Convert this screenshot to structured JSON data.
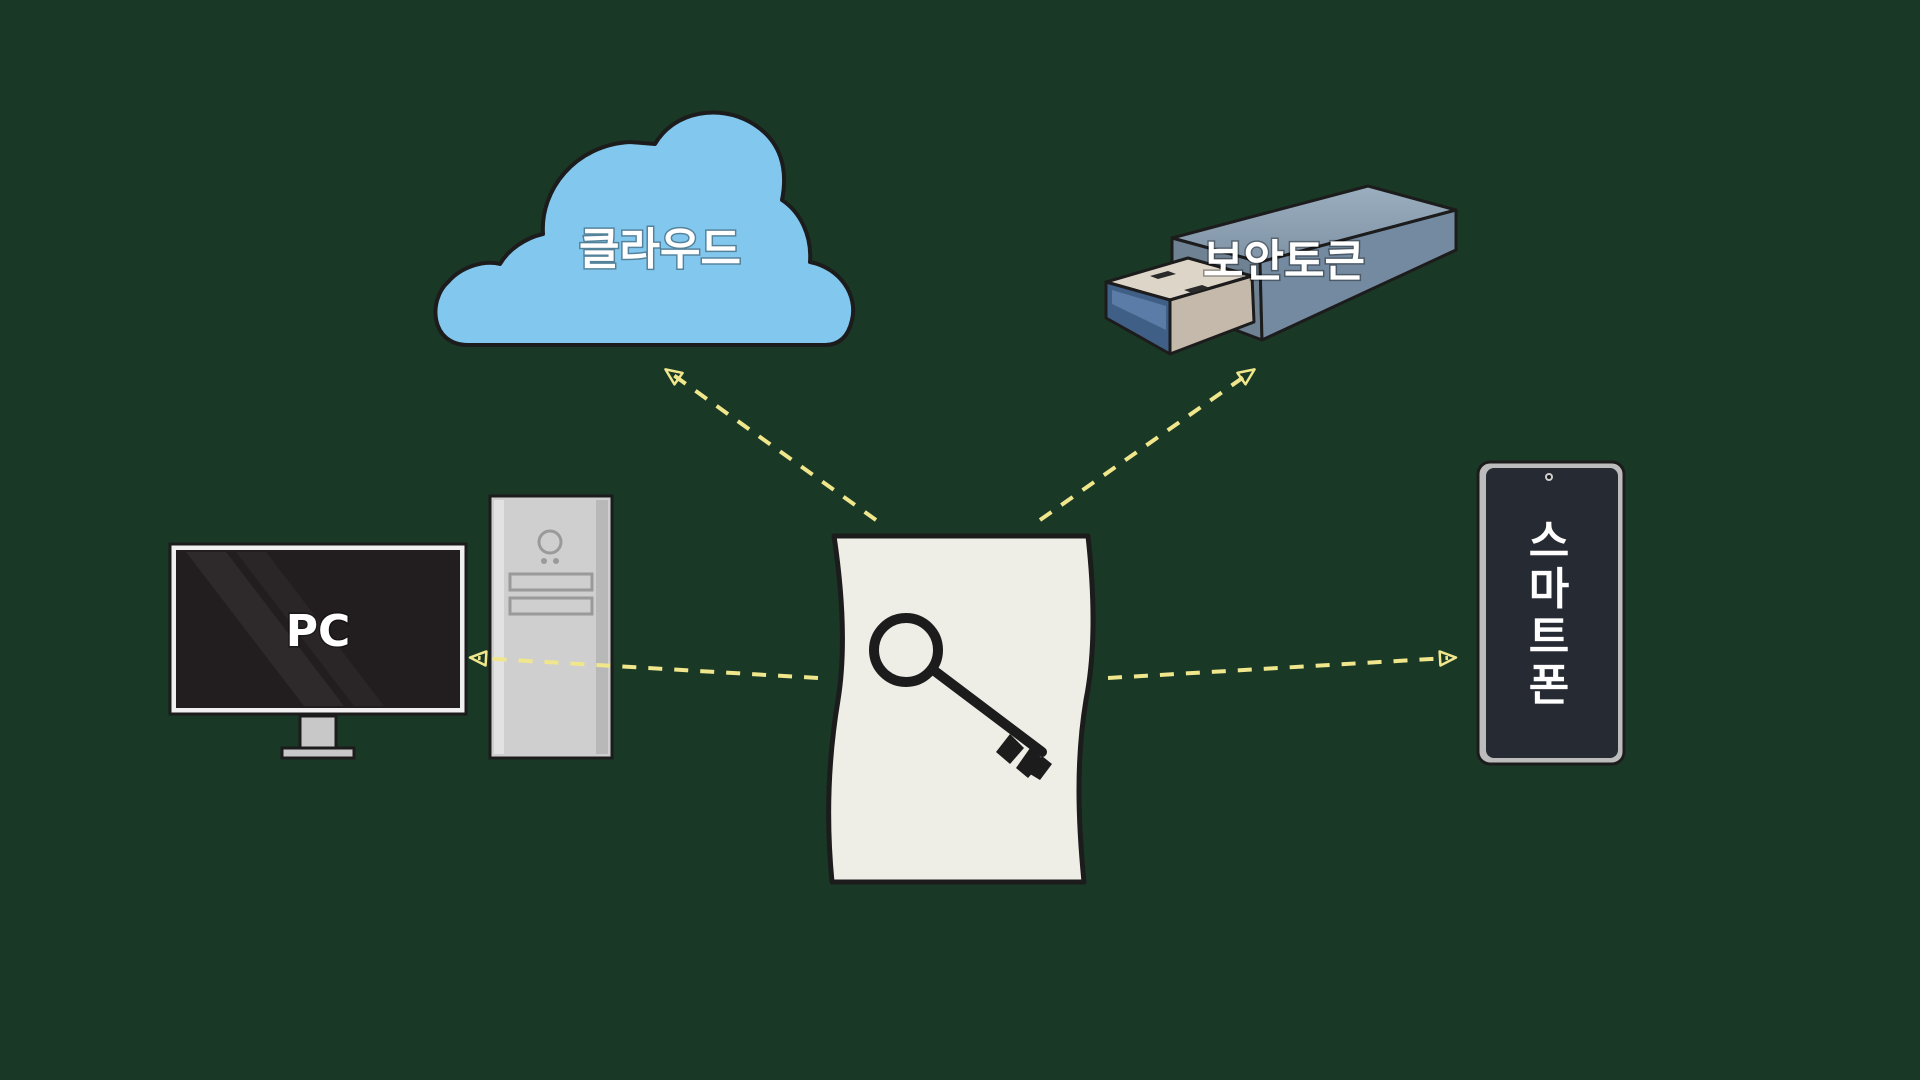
{
  "diagram": {
    "background_color": "#1a3826",
    "arrow_color": "#f0e68c",
    "center": {
      "name": "key-document",
      "icon": "key-icon"
    },
    "nodes": {
      "cloud": {
        "label": "클라우드",
        "icon": "cloud-icon",
        "color": "#82c8ee"
      },
      "security_token": {
        "label": "보안토큰",
        "icon": "usb-drive-icon",
        "color": "#8498aa"
      },
      "pc": {
        "label": "PC",
        "icon": "desktop-computer-icon"
      },
      "smartphone": {
        "label_chars": [
          "스",
          "마",
          "트",
          "폰"
        ],
        "icon": "smartphone-icon"
      }
    },
    "arrows": [
      {
        "from": "key-document",
        "to": "cloud"
      },
      {
        "from": "key-document",
        "to": "security_token"
      },
      {
        "from": "key-document",
        "to": "pc"
      },
      {
        "from": "key-document",
        "to": "smartphone"
      }
    ]
  }
}
